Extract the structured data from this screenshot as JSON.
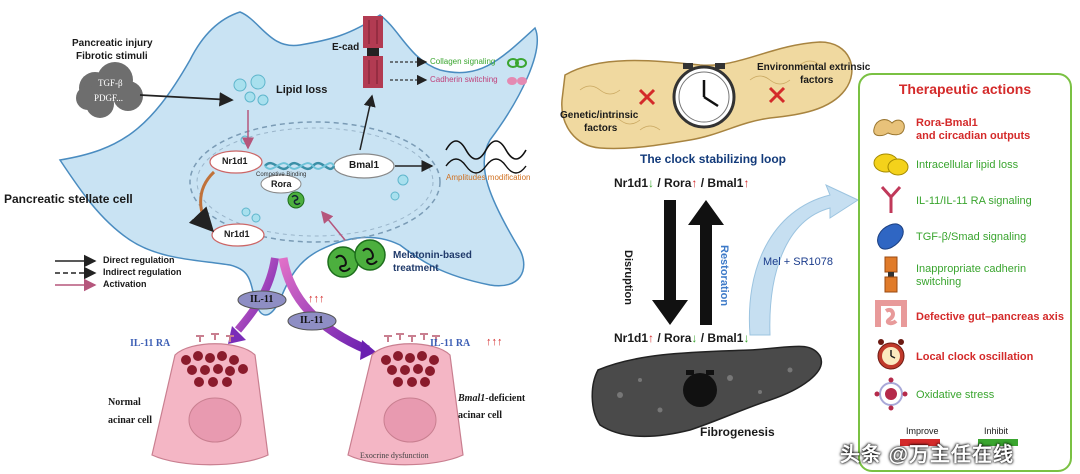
{
  "left": {
    "injury_title_1": "Pancreatic injury",
    "injury_title_2": "Fibrotic stimuli",
    "cloud_label_1": "TGF-β",
    "cloud_label_2": "PDGF...",
    "lipid_loss": "Lipid loss",
    "ecad": "E-cad",
    "collagen_signaling": "Collagen signaling",
    "cadherin_switching": "Cadherin switching",
    "nr1d1_top": "Nr1d1",
    "competitive_binding": "Competive Binding",
    "rora": "Rora",
    "bmal1": "Bmal1",
    "nr1d1_bottom": "Nr1d1",
    "amplitudes": "Amplitudes modification",
    "cell_name": "Pancreatic stellate cell",
    "melatonin_1": "Melatonin-based",
    "melatonin_2": "treatment",
    "legend": [
      {
        "label": "Direct regulation"
      },
      {
        "label": "Indirect regulation"
      },
      {
        "label": "Activation"
      }
    ],
    "il11_a": "IL-11",
    "il11_b": "IL-11",
    "il11_arrows": "↑↑↑",
    "il11ra_left": "IL-11 RA",
    "il11ra_right": "IL-11 RA",
    "il11ra_arrows": "↑↑↑",
    "normal_1": "Normal",
    "normal_2": "acinar cell",
    "deficient_1": "Bmal1",
    "deficient_2": "-deficient",
    "deficient_3": "acinar cell",
    "exocrine": "Exocrine dysfunction"
  },
  "middle": {
    "env_1": "Environmental extrinsic",
    "env_2": "factors",
    "gen_1": "Genetic/intrinsic",
    "gen_2": "factors",
    "loop_title": "The clock stabilizing loop",
    "top_nr1d1": "Nr1d1",
    "top_rora": "Rora",
    "top_bmal1": "Bmal1",
    "sep": "/",
    "disruption": "Disruption",
    "restoration": "Restoration",
    "treatment": "Mel + SR1078",
    "bot_nr1d1": "Nr1d1",
    "bot_rora": "Rora",
    "bot_bmal1": "Bmal1",
    "fibrogenesis": "Fibrogenesis"
  },
  "panel": {
    "title": "Therapeutic actions",
    "items": [
      {
        "label1": "Rora-Bmal1",
        "label2": "and circadian outputs",
        "icon": "bmal1-protein-icon",
        "color": "red"
      },
      {
        "label1": "Intracellular lipid loss",
        "label2": "",
        "icon": "lipid-droplet-icon",
        "color": "green"
      },
      {
        "label1": "IL-11/IL-11 RA signaling",
        "label2": "",
        "icon": "receptor-icon",
        "color": "green"
      },
      {
        "label1": "TGF-β/Smad signaling",
        "label2": "",
        "icon": "smad-protein-icon",
        "color": "green"
      },
      {
        "label1": "Inappropriate cadherin",
        "label2": "switching",
        "icon": "cadherin-icon",
        "color": "green"
      },
      {
        "label1": "Defective gut–pancreas axis",
        "label2": "",
        "icon": "intestine-icon",
        "color": "red"
      },
      {
        "label1": "Local clock oscillation",
        "label2": "",
        "icon": "alarm-clock-icon",
        "color": "red"
      },
      {
        "label1": "Oxidative stress",
        "label2": "",
        "icon": "oxidative-stress-icon",
        "color": "green"
      }
    ],
    "legend_improve": "Improve",
    "legend_inhibit": "Inhibit"
  },
  "watermark": "头条 @万主任在线",
  "colors": {
    "cell": "#c9e3f3",
    "cell_stroke": "#4a8cc0",
    "acinar": "#f4b6c5",
    "green": "#3aa52f",
    "red": "#d42a2a",
    "pancreas": "#f0d9a0",
    "fibrotic": "#4a4a4a"
  }
}
